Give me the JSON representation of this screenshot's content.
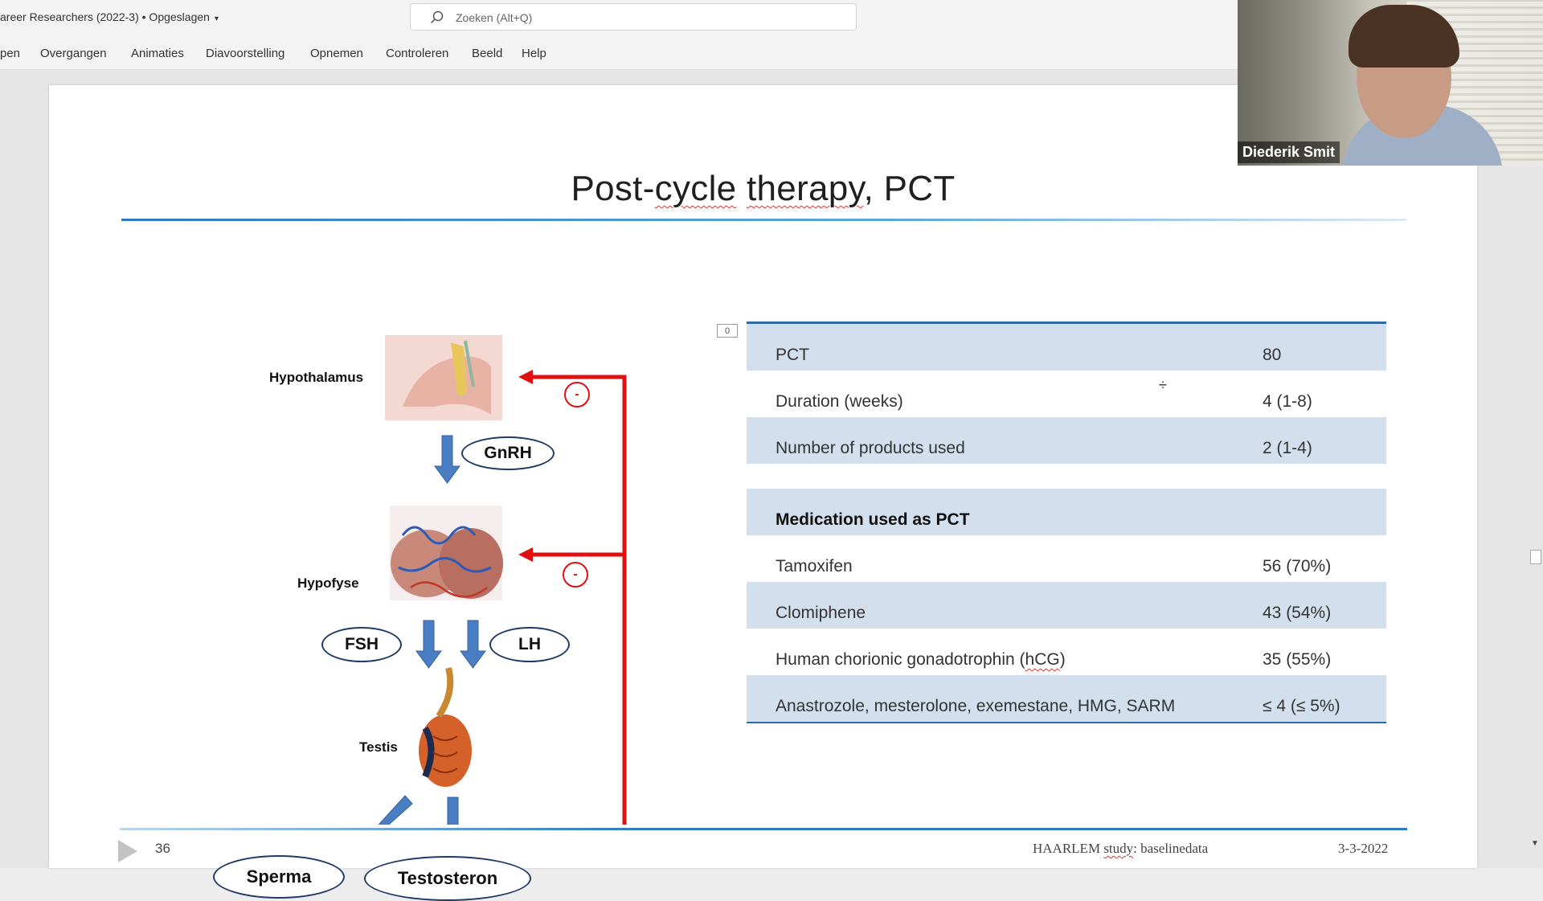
{
  "window": {
    "doc_title": "areer Researchers (2022-3) • Opgeslagen",
    "search_placeholder": "Zoeken (Alt+Q)"
  },
  "ribbon": {
    "tabs": [
      "pen",
      "Overgangen",
      "Animaties",
      "Diavoorstelling",
      "Opnemen",
      "Controleren",
      "Beeld",
      "Help"
    ]
  },
  "webcam": {
    "participant_name": "Diederik Smit"
  },
  "slide": {
    "title_pre": "Post-",
    "title_w1": "cycle",
    "title_mid1": " ",
    "title_w2": "therapy",
    "title_post": ", PCT",
    "number": "36",
    "footer_study_pre": "HAARLEM ",
    "footer_study_word": "study",
    "footer_study_post": ": baselinedata",
    "footer_date": "3-3-2022"
  },
  "diagram": {
    "labels": {
      "hypothalamus": "Hypothalamus",
      "hypofyse": "Hypofyse",
      "testis": "Testis",
      "gnrh": "GnRH",
      "fsh": "FSH",
      "lh": "LH",
      "sperma": "Sperma",
      "testosteron": "Testosteron",
      "feedback_top": "-",
      "feedback_mid": "-"
    },
    "colors": {
      "arrow_blue": "#4a7ec2",
      "feedback_red": "#e01010",
      "oval_border": "#1f3b66"
    }
  },
  "table": {
    "marker": "0",
    "rows": [
      {
        "label": "PCT",
        "value": "80"
      },
      {
        "label": "Duration (weeks)",
        "value": "4 (1-8)"
      },
      {
        "label": "Number of products used",
        "value": "2 (1-4)"
      },
      {
        "label": "Medication used as PCT",
        "value": ""
      },
      {
        "label": "Tamoxifen",
        "value": "56 (70%)"
      },
      {
        "label": "Clomiphene",
        "value": "43 (54%)"
      },
      {
        "label_pre": "Human chorionic gonadotrophin (",
        "label_word": "hCG",
        "label_post": ")",
        "value": "35 (55%)"
      },
      {
        "label": "Anastrozole, mesterolone, exemestane, HMG, SARM",
        "value": "≤ 4 (≤ 5%)"
      }
    ],
    "colors": {
      "band": "#d3dfec",
      "rule": "#2c6aa8"
    }
  }
}
